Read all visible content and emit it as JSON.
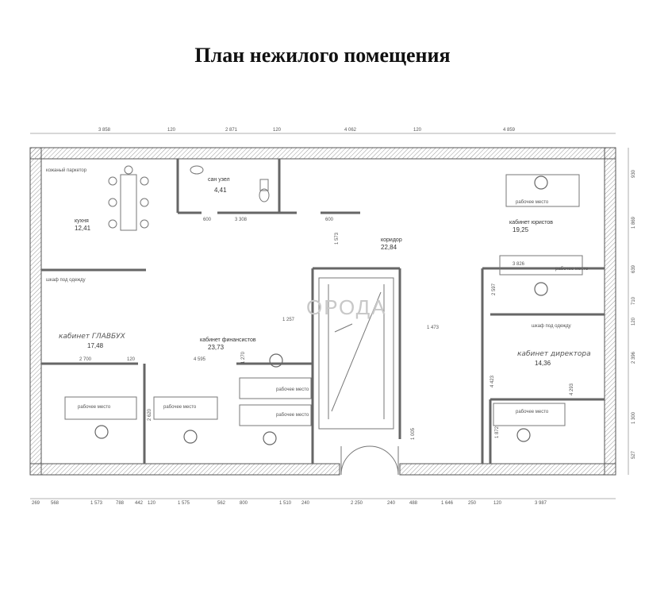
{
  "title": "План нежилого помещения",
  "watermark": "ОРОДА",
  "rooms": {
    "kitchen": {
      "name": "кухня",
      "area": "12,41",
      "note": "кожаный паркетор"
    },
    "wc": {
      "name": "сан узел",
      "area": "4,41"
    },
    "corridor": {
      "name": "коридор",
      "area": "22,84"
    },
    "glavbuh": {
      "name": "кабинет ГЛАВБУХ",
      "area": "17,48"
    },
    "finance": {
      "name": "кабинет финансистов",
      "area": "23,73"
    },
    "lawyers": {
      "name": "кабинет юристов",
      "area": "19,25"
    },
    "director": {
      "name": "кабинет директора",
      "area": "14,36"
    }
  },
  "labels": {
    "workplace": "рабочее место",
    "wardrobe": "шкаф под одежду"
  },
  "dims_top": [
    "3 858",
    "120",
    "2 871",
    "120",
    "4 062",
    "120",
    "4 859"
  ],
  "dims_bottom": [
    "269",
    "568",
    "1 573",
    "788",
    "442",
    "120",
    "1 575",
    "562",
    "800",
    "1 510",
    "240",
    "2 250",
    "240",
    "488",
    "1 646",
    "250",
    "120",
    "3 987"
  ],
  "dims_right": [
    "930",
    "1 869",
    "639",
    "710",
    "120",
    "2 396",
    "1 300",
    "527"
  ],
  "dims_inner": {
    "d600a": "600",
    "d3308": "3 308",
    "d600b": "600",
    "d1573": "1 573",
    "d1257": "1 257",
    "d1473": "1 473",
    "d3826": "3 826",
    "d2700": "2 700",
    "d120a": "120",
    "d4595": "4 595",
    "d2620": "2 620",
    "d2597": "2 597",
    "d4423": "4 423",
    "d1872": "1 872",
    "d4293": "4 293",
    "d1270": "1 270",
    "d1005": "1 005"
  }
}
